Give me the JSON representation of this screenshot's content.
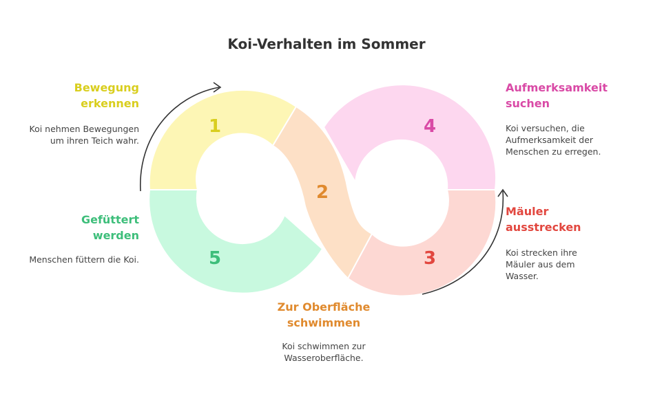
{
  "title": "Koi-Verhalten im Sommer",
  "steps": [
    {
      "number": "1",
      "heading": "Bewegung erkennen",
      "text": "Koi nehmen Bewegungen um ihren Teich wahr.",
      "fill": "#FDF6B5",
      "accent": "#D9CE1E"
    },
    {
      "number": "2",
      "heading": "Zur Oberfläche schwimmen",
      "text": "Koi schwimmen zur Wasseroberfläche.",
      "fill": "#FDE0C6",
      "accent": "#E08A2E"
    },
    {
      "number": "3",
      "heading": "Mäuler ausstrecken",
      "text": "Koi strecken ihre Mäuler aus dem Wasser.",
      "fill": "#FDD8D3",
      "accent": "#E2473F"
    },
    {
      "number": "4",
      "heading": "Aufmerksamkeit suchen",
      "text": "Koi versuchen, die Aufmerksamkeit der Menschen zu erregen.",
      "fill": "#FDD7EF",
      "accent": "#D94AA6"
    },
    {
      "number": "5",
      "heading": "Gefüttert werden",
      "text": "Menschen füttern die Koi.",
      "fill": "#C8F9DF",
      "accent": "#3DBE7A"
    }
  ]
}
